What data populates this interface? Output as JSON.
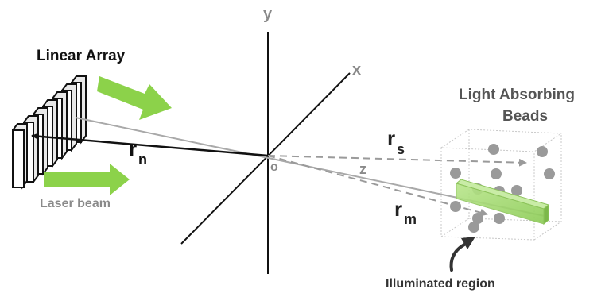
{
  "labels": {
    "linear_array": "Linear Array",
    "laser_beam": "Laser beam",
    "light_absorbing_line1": "Light  Absorbing",
    "light_absorbing_line2": "Beads",
    "illuminated_region": "Illuminated region"
  },
  "axes": {
    "x": "x",
    "y": "y",
    "z": "z",
    "origin": "o"
  },
  "vectors": {
    "rn_main": "r",
    "rn_sub": "n",
    "rs_main": "r",
    "rs_sub": "s",
    "rm_main": "r",
    "rm_sub": "m"
  },
  "colors": {
    "arrow_green": "#8cd24a",
    "axis": "#111111",
    "axis_label": "#8a8a8a",
    "dashed": "#999999",
    "bead": "#9a9a9a",
    "cube_edge": "#bdbdbd",
    "highlight": "#9fd86a",
    "laser_text": "#8a8a8a"
  }
}
